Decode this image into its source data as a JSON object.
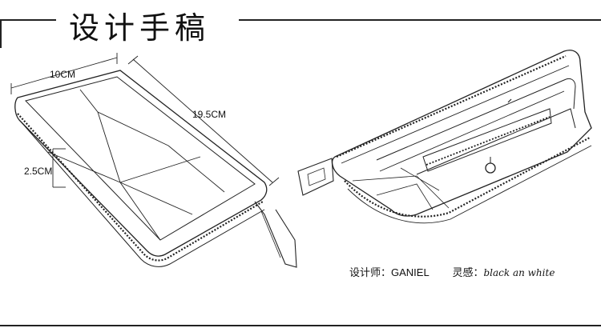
{
  "title": "设计手稿",
  "dimensions": {
    "width": "10CM",
    "length": "19.5CM",
    "thickness": "2.5CM"
  },
  "credit": {
    "designer_label": "设计师：",
    "designer_name": "GANIEL",
    "inspiration_label": "灵感：",
    "inspiration_text": "black an white"
  }
}
